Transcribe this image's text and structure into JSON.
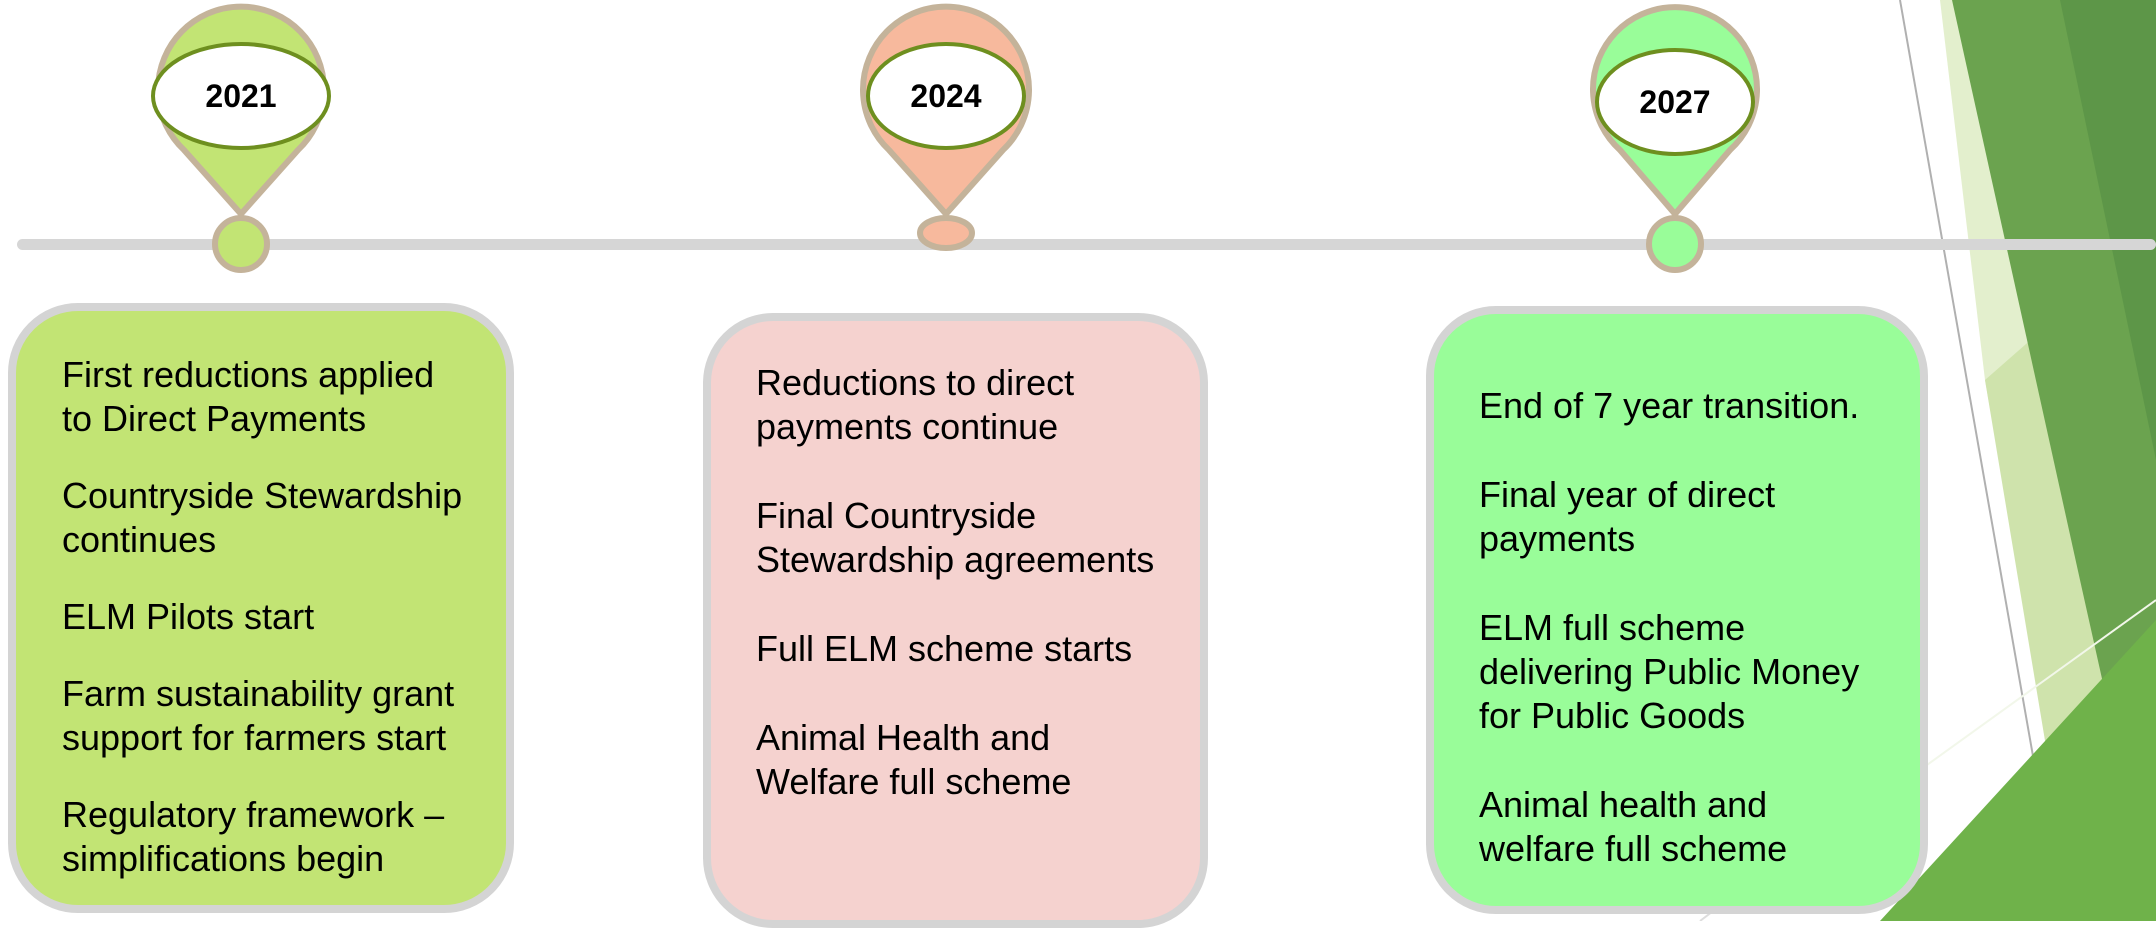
{
  "timeline": {
    "milestones": [
      {
        "year": "2021",
        "color": "#c2e474",
        "items": [
          "First reductions applied to Direct Payments",
          "Countryside Stewardship continues",
          "ELM Pilots start",
          "Farm sustainability grant support for farmers start",
          "Regulatory framework – simplifications begin"
        ]
      },
      {
        "year": "2024",
        "color": "#f7b99d",
        "card_color": "#f5d2cf",
        "items": [
          "Reductions to direct payments continue",
          "Final Countryside Stewardship agreements",
          "Full ELM scheme starts",
          "Animal Health and Welfare full scheme"
        ]
      },
      {
        "year": "2027",
        "color": "#99fd99",
        "items": [
          "End of 7 year transition.",
          "Final year of direct payments",
          "ELM full scheme delivering Public Money for Public Goods",
          "Animal health and welfare full scheme"
        ]
      }
    ]
  }
}
